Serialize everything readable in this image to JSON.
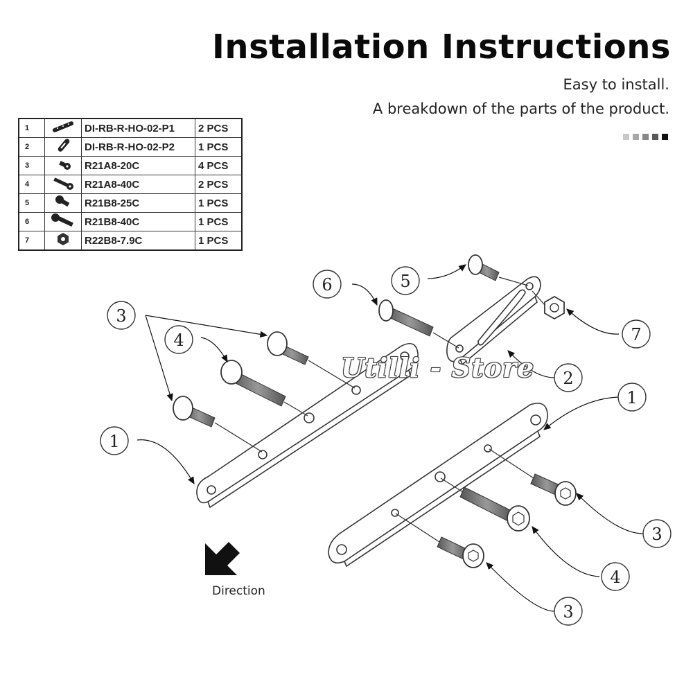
{
  "header": {
    "title": "Installation Instructions",
    "subtitle1": "Easy to install.",
    "subtitle2": "A breakdown of the parts of the product.",
    "dot_colors": [
      "#c8c8c8",
      "#a8a8a8",
      "#888888",
      "#585858",
      "#111111"
    ]
  },
  "parts_table": [
    {
      "num": "1",
      "icon": "flat-bar-icon",
      "code": "DI-RB-R-HO-02-P1",
      "qty": "2 PCS"
    },
    {
      "num": "2",
      "icon": "slotted-bar-icon",
      "code": "DI-RB-R-HO-02-P2",
      "qty": "1 PCS"
    },
    {
      "num": "3",
      "icon": "short-bolt-icon",
      "code": "R21A8-20C",
      "qty": "4 PCS"
    },
    {
      "num": "4",
      "icon": "long-bolt-icon",
      "code": "R21A8-40C",
      "qty": "2 PCS"
    },
    {
      "num": "5",
      "icon": "short-flange-bolt-icon",
      "code": "R21B8-25C",
      "qty": "1 PCS"
    },
    {
      "num": "6",
      "icon": "long-flange-bolt-icon",
      "code": "R21B8-40C",
      "qty": "1 PCS"
    },
    {
      "num": "7",
      "icon": "nut-icon",
      "code": "R22B8-7.9C",
      "qty": "1 PCS"
    }
  ],
  "callouts": {
    "c1a": "1",
    "c1b": "1",
    "c2": "2",
    "c3a": "3",
    "c3b": "3",
    "c3c": "3",
    "c4a": "4",
    "c4b": "4",
    "c5": "5",
    "c6": "6",
    "c7": "7"
  },
  "watermark": "Utilli - Store",
  "direction": {
    "label": "Direction",
    "icon": "direction-arrow-icon"
  }
}
